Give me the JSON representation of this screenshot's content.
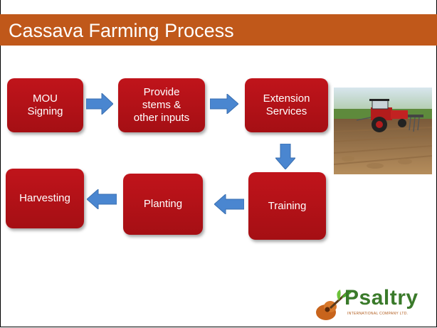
{
  "title": "Cassava Farming Process",
  "steps": {
    "mou": "MOU\nSigning",
    "inputs": "Provide\nstems &\nother inputs",
    "extension": "Extension\nServices",
    "training": "Training",
    "planting": "Planting",
    "harvesting": "Harvesting"
  },
  "colors": {
    "title_bar": "#c0581a",
    "box": "#b01218",
    "arrow": "#4a86d0"
  },
  "images": {
    "photo": "tractor-field-photo"
  },
  "logo": {
    "name": "Psaltry",
    "subtitle": "INTERNATIONAL COMPANY LTD."
  }
}
